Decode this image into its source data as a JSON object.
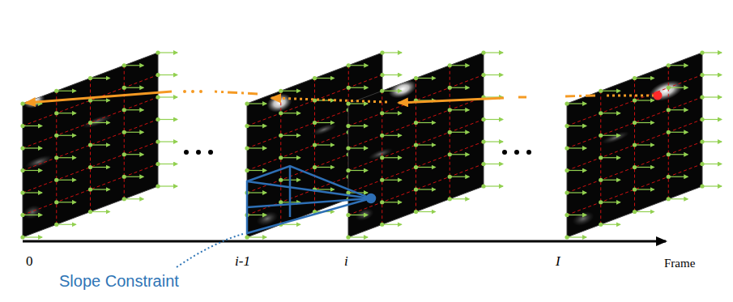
{
  "diagram": {
    "labels": [
      "0",
      "i-1",
      "i",
      "I",
      "Frame",
      "Slope Constraint"
    ]
  }
}
